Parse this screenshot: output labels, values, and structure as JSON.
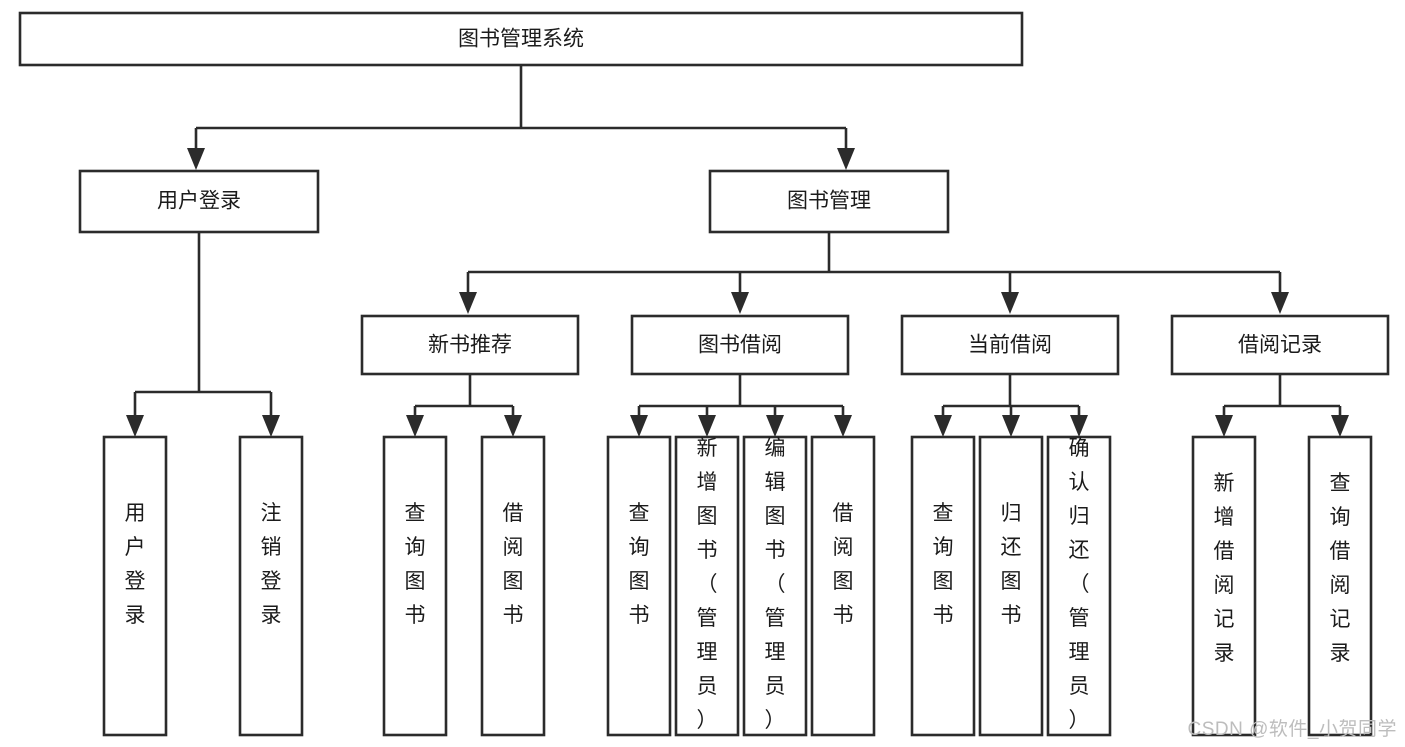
{
  "diagram": {
    "type": "tree",
    "title": "图书管理系统",
    "watermark": "CSDN @软件_小贺同学",
    "colors": {
      "stroke": "#2b2b2b",
      "fill": "#ffffff",
      "text": "#1b1b1b",
      "watermark": "#bdbdbd"
    },
    "root": {
      "label": "图书管理系统"
    },
    "level2": [
      {
        "label": "用户登录"
      },
      {
        "label": "图书管理"
      }
    ],
    "level3": [
      {
        "label": "新书推荐"
      },
      {
        "label": "图书借阅"
      },
      {
        "label": "当前借阅"
      },
      {
        "label": "借阅记录"
      }
    ],
    "leaves": {
      "user_login": [
        {
          "label": "用户登录"
        },
        {
          "label": "注销登录"
        }
      ],
      "new_book": [
        {
          "label": "查询图书"
        },
        {
          "label": "借阅图书"
        }
      ],
      "book_borrow": [
        {
          "label": "查询图书"
        },
        {
          "label": "新增图书（管理员）"
        },
        {
          "label": "编辑图书（管理员）"
        },
        {
          "label": "借阅图书"
        }
      ],
      "current_borrow": [
        {
          "label": "查询图书"
        },
        {
          "label": "归还图书"
        },
        {
          "label": "确认归还（管理员）"
        }
      ],
      "borrow_record": [
        {
          "label": "新增借阅记录"
        },
        {
          "label": "查询借阅记录"
        }
      ]
    }
  }
}
